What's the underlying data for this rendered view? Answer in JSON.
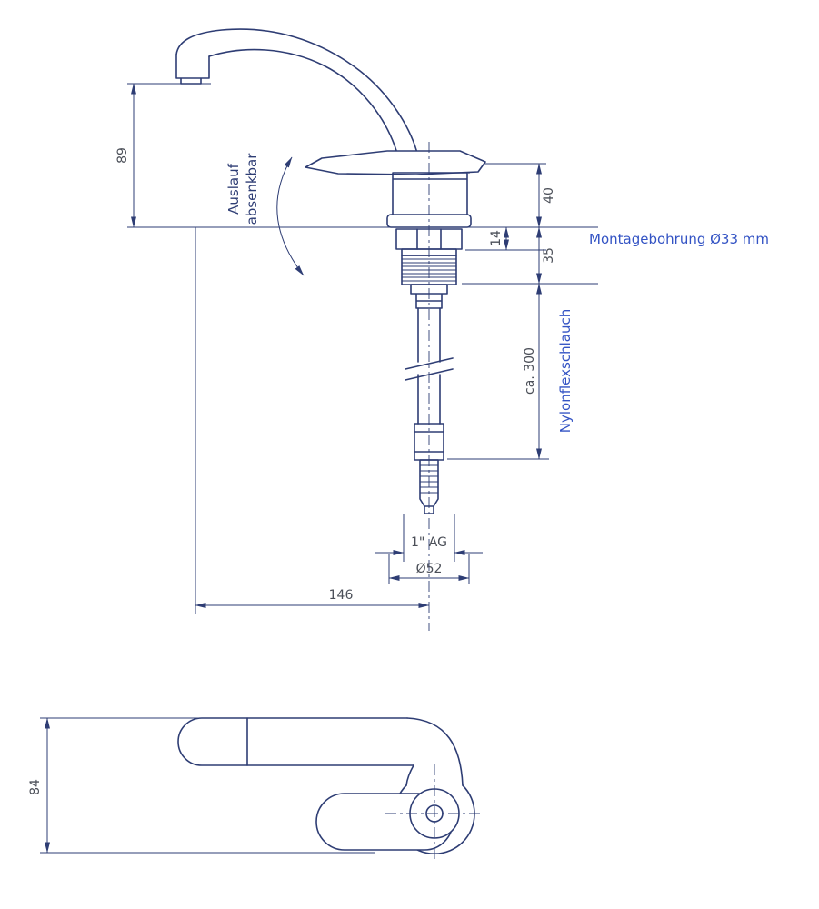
{
  "colors": {
    "line": "#2e3d74",
    "dim-text": "#4b4f58",
    "accent": "#3353c4",
    "background": "#ffffff"
  },
  "side_view": {
    "dims": {
      "spout_height": "89",
      "above_deck": "40",
      "nut_clamp": "14",
      "below_deck": "35",
      "hose_length": "ca. 300",
      "thread": "1\" AG",
      "base_diameter": "Ø52",
      "reach": "146"
    },
    "labels": {
      "swivel_line1": "Auslauf",
      "swivel_line2": "absenkbar",
      "mounting_hole": "Montagebohrung Ø33 mm",
      "hose_type": "Nylonflexschlauch"
    }
  },
  "top_view": {
    "dims": {
      "overall_width": "84"
    }
  }
}
